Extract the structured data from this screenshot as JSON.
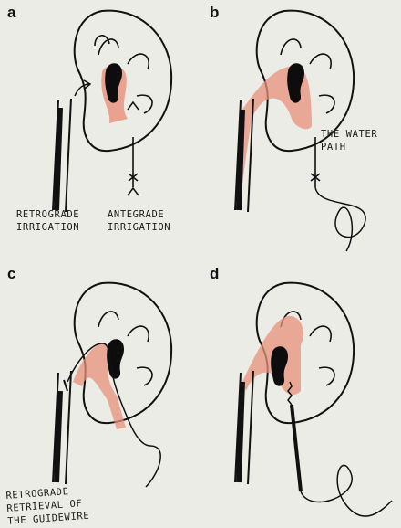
{
  "panels": [
    {
      "letter": "a",
      "labels": {
        "left": "RETROGRADE\nIRRIGATION",
        "right": "ANTEGRADE\nIRRIGATION"
      }
    },
    {
      "letter": "b",
      "labels": {
        "right": "THE WATER\nPATH"
      }
    },
    {
      "letter": "c",
      "labels": {
        "bottom": "RETROGRADE\nRETRIEVAL OF\nTHE GUIDEWIRE"
      }
    },
    {
      "letter": "d"
    }
  ],
  "colors": {
    "background": "#ecece7",
    "ink": "#111111",
    "irrigation": "#e8907a",
    "stone": "#0d0d0d"
  }
}
